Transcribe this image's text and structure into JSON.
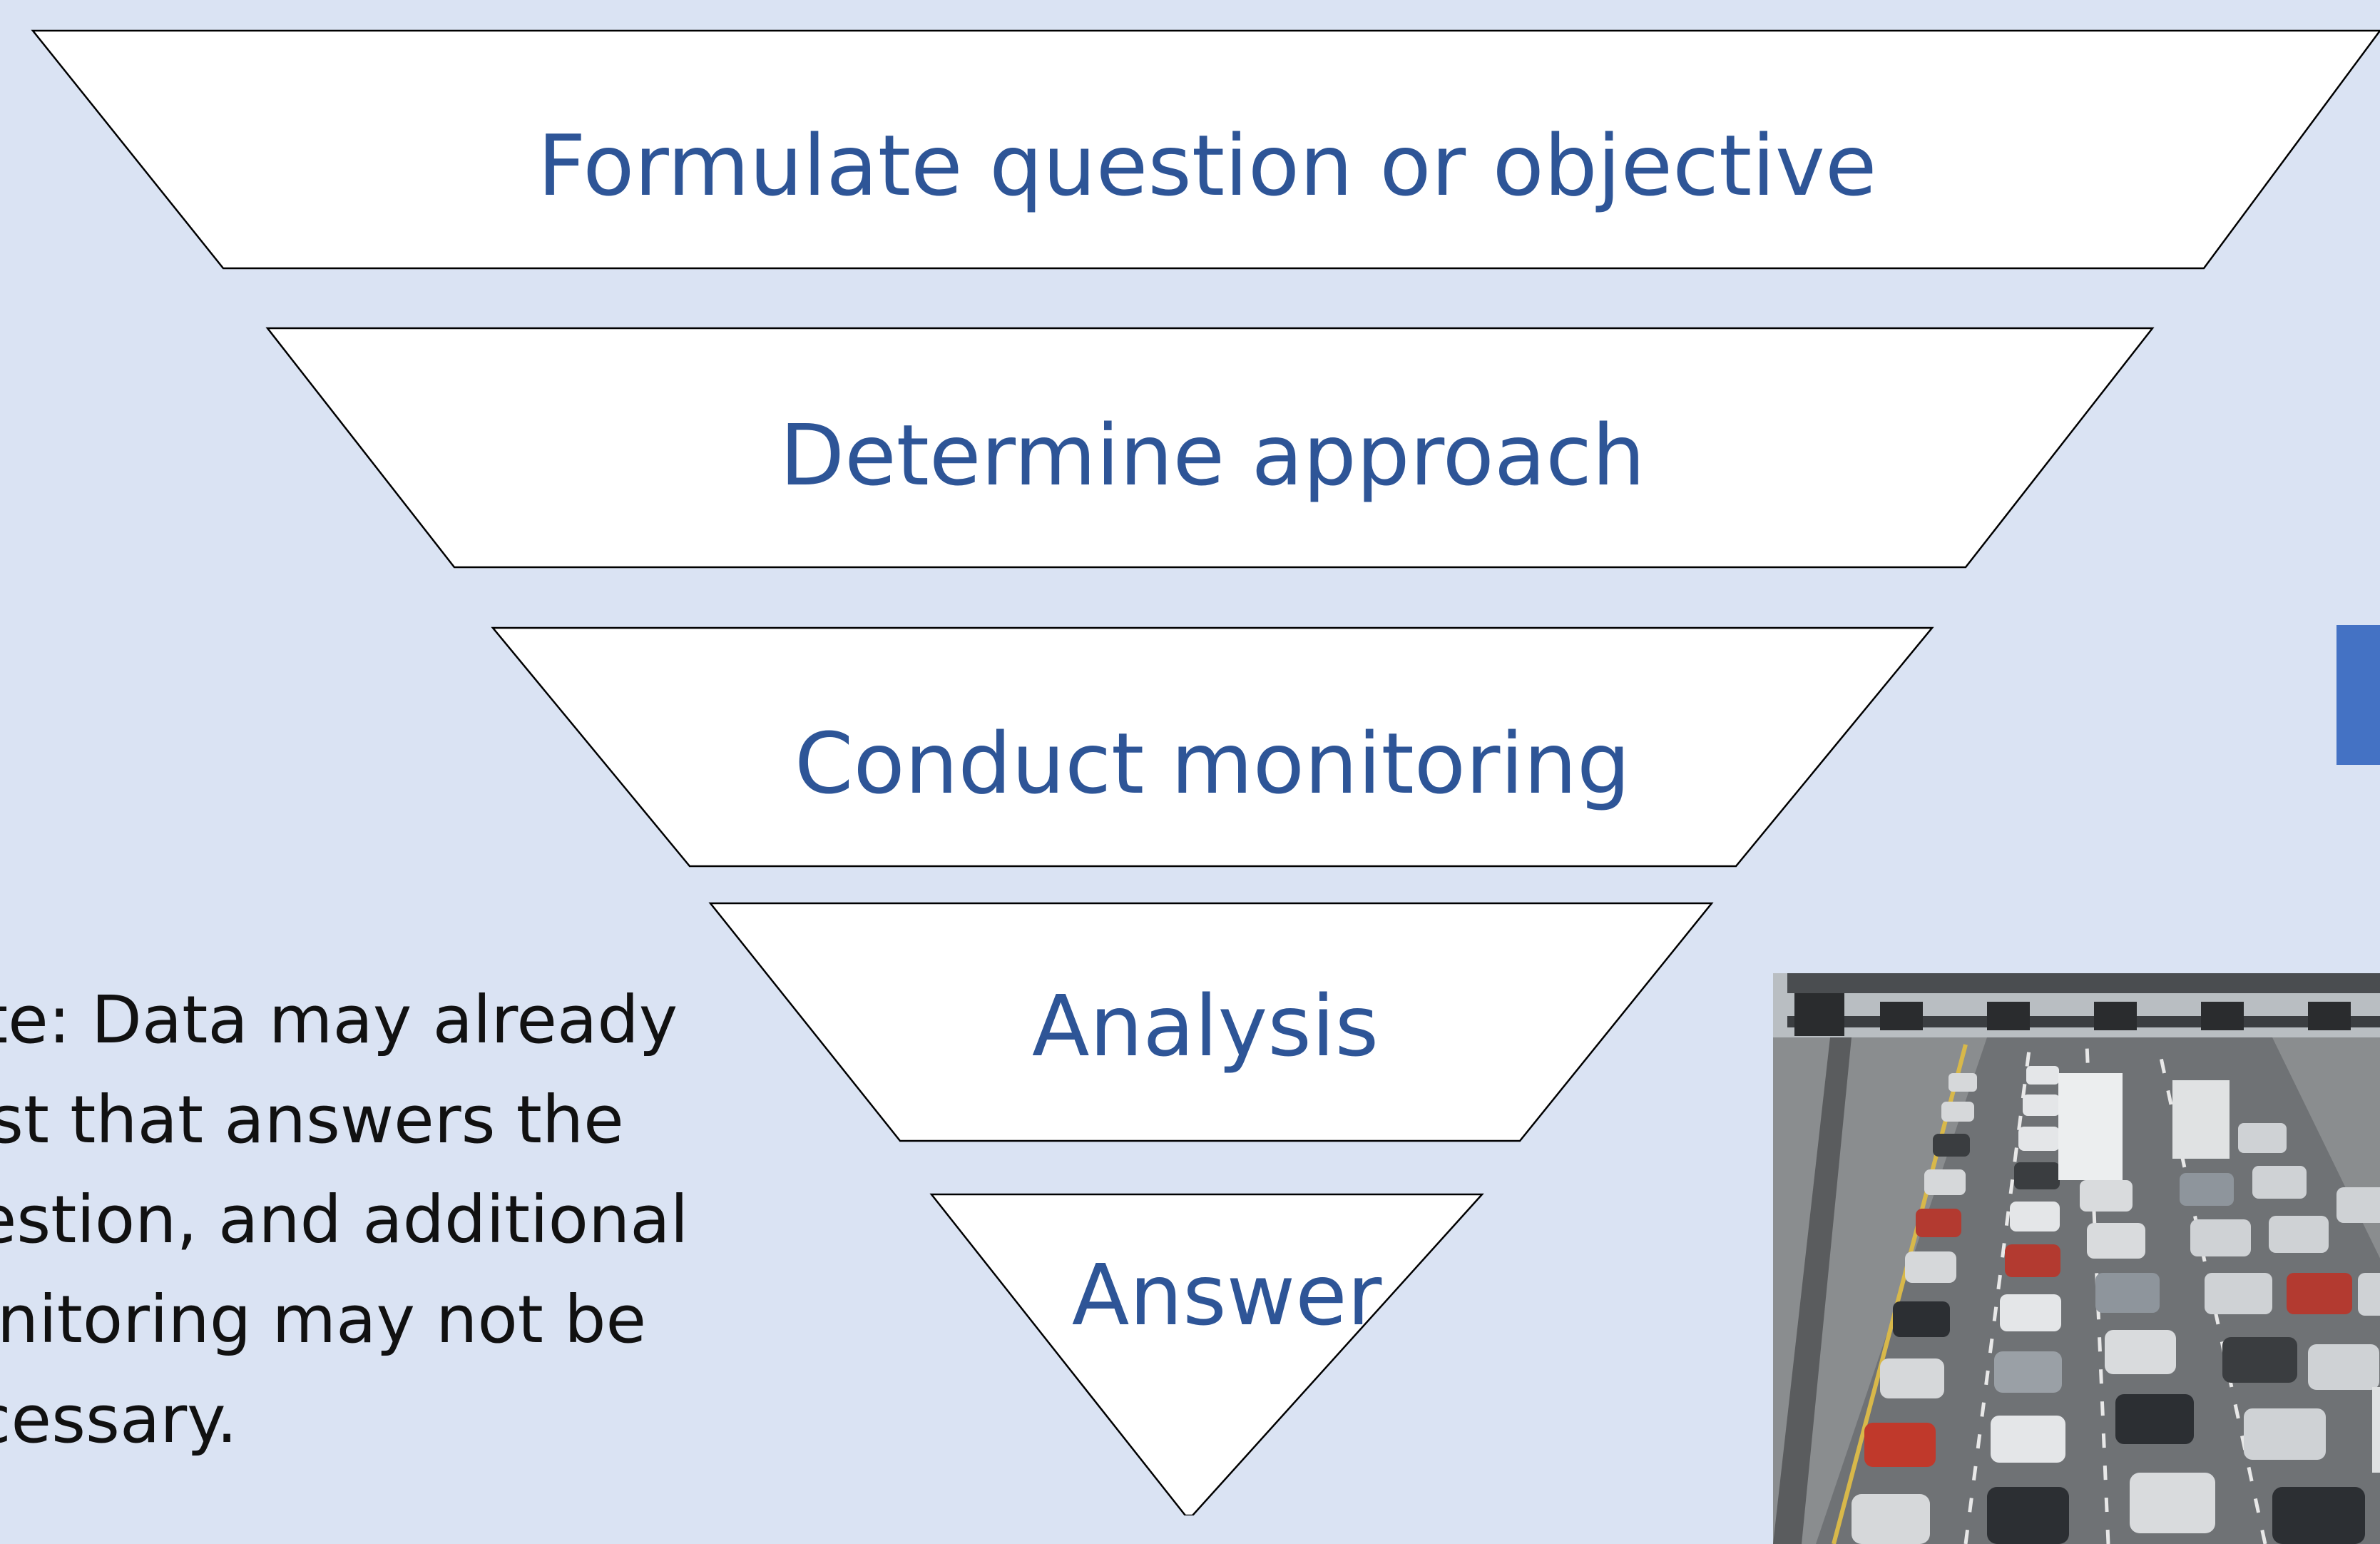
{
  "stages": [
    {
      "id": "formulate",
      "label": "Formulate question or objective"
    },
    {
      "id": "approach",
      "label": "Determine approach"
    },
    {
      "id": "monitoring",
      "label": "Conduct monitoring"
    },
    {
      "id": "analysis",
      "label": "Analysis"
    },
    {
      "id": "answer",
      "label": "Answer"
    }
  ],
  "note": {
    "lines": [
      "Note: Data may already",
      "exist that answers the",
      "question, and additional",
      "monitoring may not be",
      "necessary."
    ]
  },
  "colors": {
    "background": "#dae3f3",
    "stage_fill": "#ffffff",
    "stage_text": "#2e5597",
    "accent_tab": "#4472c4"
  },
  "photo": {
    "subject": "freeway traffic jam"
  }
}
